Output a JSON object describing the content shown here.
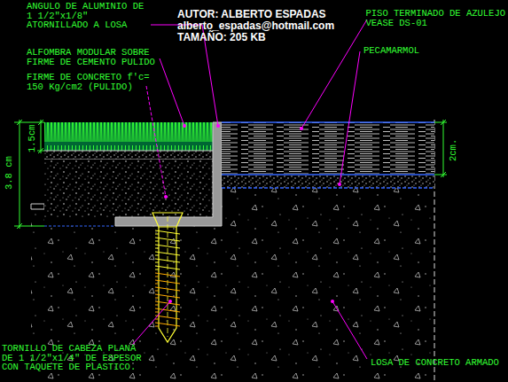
{
  "diagram": {
    "labels": [
      "ANGULO DE ALUMINIO DE 1 1/2\"x1/8\" ATORNILLADO A LOSA",
      "AUTOR: ALBERTO ESPADAS",
      "alberto_espadas@hotmail.com",
      "TAMAÑO: 205 KB",
      "PISO TERMINADO DE AZULEJO VEASE DS-01",
      "ALFOMBRA MODULAR SOBRE FIRME DE CEMENTO PULIDO",
      "PECAMARMOL",
      "FIRME DE CONCRETO f'c= 150 Kg/cm2 (PULIDO)",
      "1.5cm",
      "3.8 cm",
      "2cm.",
      "TORNILLO DE CABEZA PLANA DE 1 1/2\"x1/4\" DE ESPESOR CON TAQUETE DE PLASTICO.",
      "LOSA DE CONCRETO ARMADO"
    ]
  }
}
